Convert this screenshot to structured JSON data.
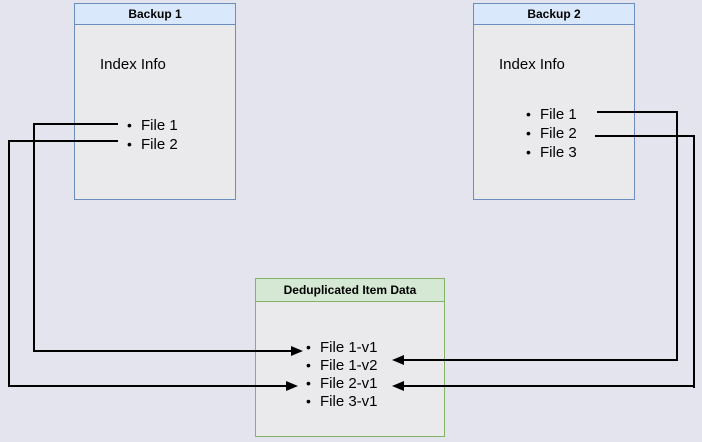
{
  "page": {
    "background_color": "#e4e4ee",
    "line_color": "#000000"
  },
  "diagram": {
    "boxes": [
      {
        "id": "backup1",
        "title": "Backup 1",
        "body_label": "Index Info",
        "items": [
          "File 1",
          "File 2"
        ],
        "header_fill": "#dae8fc",
        "border_color": "#6c8ebf",
        "body_fill": "#eaeaec"
      },
      {
        "id": "backup2",
        "title": "Backup 2",
        "body_label": "Index Info",
        "items": [
          "File 1",
          "File 2",
          "File 3"
        ],
        "header_fill": "#dae8fc",
        "border_color": "#6c8ebf",
        "body_fill": "#eaeaec"
      },
      {
        "id": "dedup",
        "title": "Deduplicated Item Data",
        "items": [
          "File 1-v1",
          "File 1-v2",
          "File 2-v1",
          "File 3-v1"
        ],
        "header_fill": "#d5e8d4",
        "border_color": "#82b366",
        "body_fill": "#eaeaec"
      }
    ],
    "connections": [
      {
        "from": "Backup 1 / File 1",
        "to": "Deduplicated Item Data / File 1-v1",
        "arrow": "into-dedup-from-left"
      },
      {
        "from": "Backup 1 / File 2",
        "to": "Deduplicated Item Data / File 2-v1",
        "arrow": "into-dedup-from-left"
      },
      {
        "from": "Backup 2 / File 1",
        "to": "Deduplicated Item Data / File 1-v2",
        "arrow": "into-dedup-from-right"
      },
      {
        "from": "Backup 2 / File 2",
        "to": "Deduplicated Item Data / File 2-v1",
        "arrow": "into-dedup-from-right"
      }
    ]
  }
}
